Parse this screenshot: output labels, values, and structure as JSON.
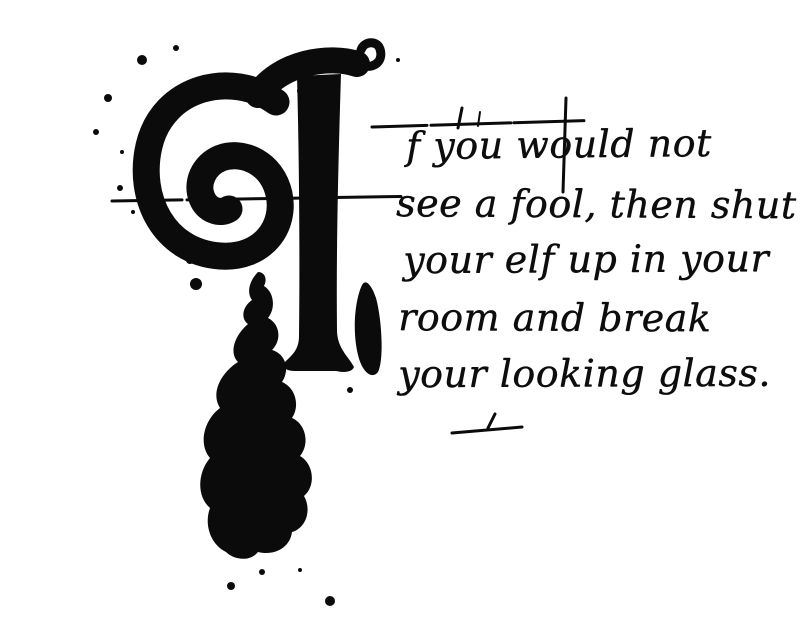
{
  "artwork": {
    "kind": "distressed-typographic-quote",
    "drop_cap": "I",
    "lines": [
      "f you would not",
      "see a fool, then shut",
      "your elf up in your",
      "room and break",
      "your looking glass."
    ],
    "colors": {
      "ink": "#0b0b0b",
      "background": "#ffffff"
    }
  }
}
